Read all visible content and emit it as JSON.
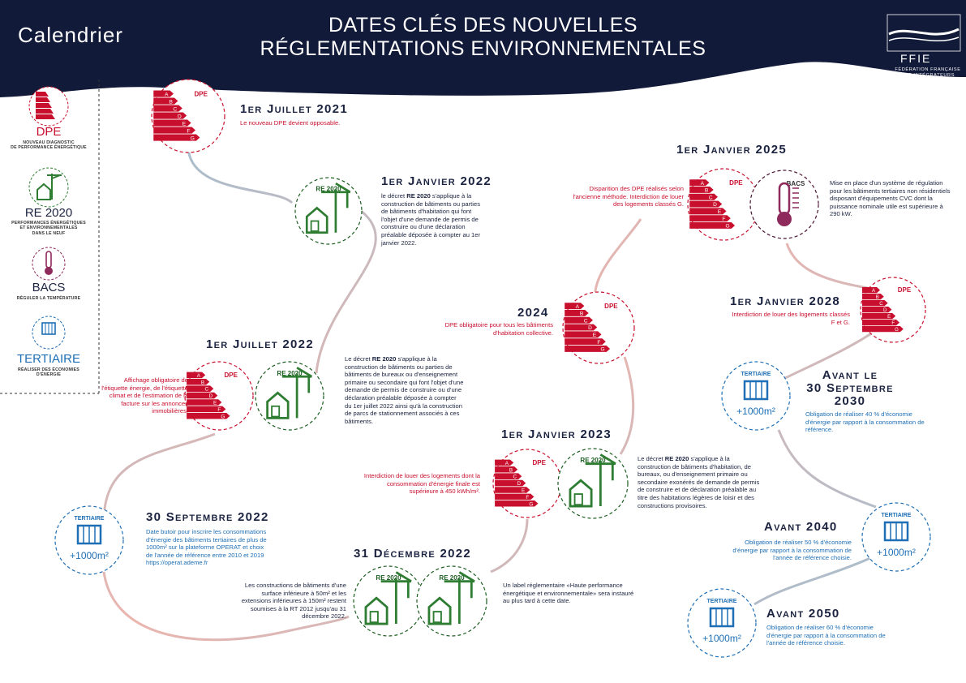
{
  "header": {
    "logo": "Calendrier",
    "title_line1": "DATES CLÉS DES NOUVELLES",
    "title_line2": "RÉGLEMENTATIONS ENVIRONNEMENTALES",
    "org_short": "FFIE",
    "org_line1": "FÉDÉRATION FRANÇAISE",
    "org_line2": "DES INTÉGRATEURS ÉLECTRICIENS"
  },
  "legend": {
    "dpe": {
      "title": "DPE",
      "subtitle1": "NOUVEAU DIAGNOSTIC",
      "subtitle2": "DE PERFORMANCE ÉNERGÉTIQUE"
    },
    "re2020": {
      "title": "RE 2020",
      "subtitle1": "PERFORMANCES ÉNERGÉTIQUES",
      "subtitle2": "ET ENVIRONNEMENTALES",
      "subtitle3": "DANS LE NEUF"
    },
    "bacs": {
      "title": "BACS",
      "subtitle1": "RÉGULER LA TEMPÉRATURE"
    },
    "tertiaire": {
      "title": "TERTIAIRE",
      "subtitle1": "RÉALISER DES ÉCONOMIES",
      "subtitle2": "D'ÉNERGIE"
    }
  },
  "icon_labels": {
    "dpe": "DPE",
    "re2020": "RE 2020",
    "bacs": "BACS",
    "tertiaire": "TERTIAIRE",
    "area": "+1000m²",
    "letters": [
      "A",
      "B",
      "C",
      "D",
      "E",
      "F",
      "G"
    ]
  },
  "events": {
    "e2021_07": {
      "date": "1er Juillet 2021",
      "text": "Le nouveau DPE devient opposable."
    },
    "e2022_01": {
      "date": "1er Janvier 2022",
      "text_pre": "le décret ",
      "text_bold": "RE 2020",
      "text_post": " s'applique à la construction de bâtiments ou parties de bâtiments d'habitation qui font l'objet d'une demande de permis de construire ou d'une déclaration préalable déposée à compter au 1er janvier 2022."
    },
    "e2022_07": {
      "date": "1er Juillet 2022",
      "left": "Affichage obligatoire de l'étiquette énergie, de l'étiquette climat et de l'estimation de la facture sur les annonces immobilières.",
      "right_pre": "Le décret ",
      "right_bold": "RE 2020",
      "right_post": " s'applique à la construction de bâtiments ou parties de bâtiments de bureaux ou d'enseignement primaire ou secondaire qui font l'objet d'une demande de permis de construire ou d'une déclaration préalable déposée à compter du 1er juillet 2022 ainsi qu'à la construction de parcs de stationnement associés à ces bâtiments."
    },
    "e2022_09": {
      "date": "30 Septembre 2022",
      "text": "Date butoir pour inscrire les consommations d'énergie des bâtiments tertiaires de plus de 1000m² sur la plateforme OPERAT et choix de l'année de référence entre 2010 et 2019 https://operat.ademe.fr"
    },
    "e2022_12": {
      "date": "31 Décembre 2022",
      "left": "Les constructions de bâtiments d'une surface inférieure à 50m² et les extensions inférieures à 150m² restent soumises à la RT 2012 jusqu'au 31 décembre 2022.",
      "right": "Un label réglementaire «Haute performance énergétique et environnementale» sera instauré au plus tard à cette date."
    },
    "e2023_01": {
      "date": "1er Janvier 2023",
      "left": "Interdiction de louer des logements dont la consommation d'énergie finale est supérieure à 450 kWh/m².",
      "right_pre": "Le décret ",
      "right_bold": "RE 2020",
      "right_post": " s'applique à la construction de bâtiments d'habitation, de bureaux, ou d'enseignement primaire ou secondaire exonérés de demande de permis de construire et de déclaration préalable au titre des habitations légères de loisir et des constructions provisoires."
    },
    "e2024": {
      "date": "2024",
      "text": "DPE obligatoire pour tous les bâtiments d'habitation collective."
    },
    "e2025_01": {
      "date": "1er Janvier 2025",
      "left": "Disparition des DPE réalisés selon l'ancienne méthode. Interdiction de louer des logements classés G.",
      "right": "Mise en place d'un système de régulation pour les bâtiments tertiaires non résidentiels disposant d'équipements CVC dont la puissance nominale utile est supérieure à 290 kW."
    },
    "e2028_01": {
      "date": "1er Janvier 2028",
      "text": "Interdiction de louer des logements classés F et G."
    },
    "e2030": {
      "date": "Avant le 30 Septembre 2030",
      "date_line1": "Avant le",
      "date_line2": "30 Septembre",
      "date_line3": "2030",
      "text": "Obligation de réaliser 40 % d'économie d'énergie par rapport à la consommation de référence."
    },
    "e2040": {
      "date": "Avant 2040",
      "text": "Obligation de réaliser 50 % d'économie d'énergie par rapport à la consommation de l'année de référence choisie."
    },
    "e2050": {
      "date": "Avant 2050",
      "text": "Obligation de réaliser 60 % d'économie d'énergie par rapport à la consommation de l'année de référence choisie."
    }
  },
  "colors": {
    "navy": "#121a3a",
    "red": "#c8102e",
    "green": "#2e7d32",
    "darkgreen": "#1b5e20",
    "purple": "#8e2a5c",
    "blue": "#1e6fb5"
  }
}
